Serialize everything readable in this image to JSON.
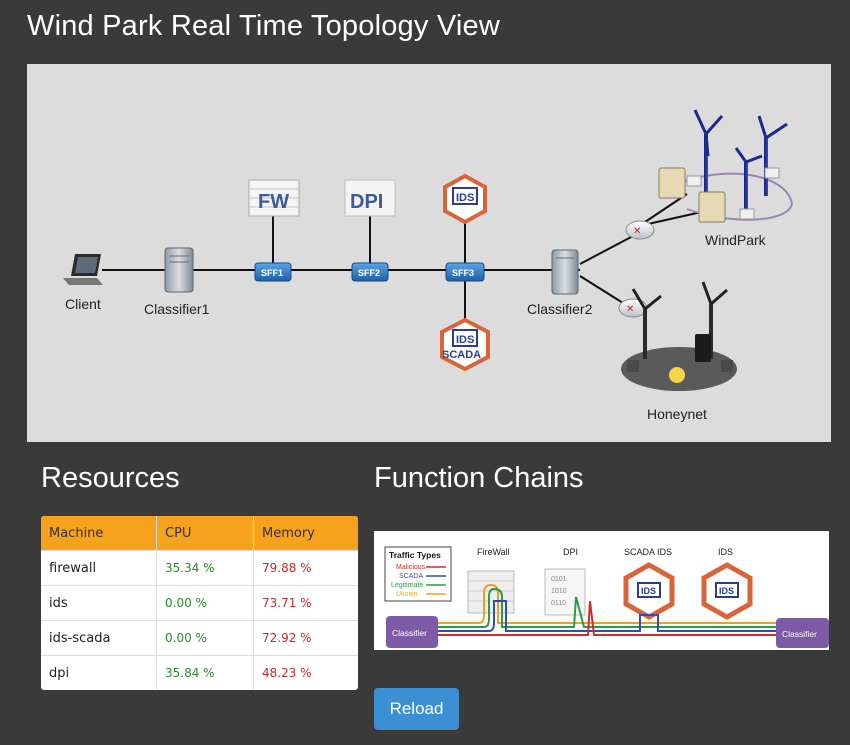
{
  "page": {
    "title": "Wind Park Real Time Topology View"
  },
  "topology": {
    "nodes": {
      "client": "Client",
      "classifier1": "Classifier1",
      "sff1": "SFF1",
      "sff2": "SFF2",
      "sff3": "SFF3",
      "classifier2": "Classifier2",
      "windpark": "WindPark",
      "honeynet": "Honeynet"
    },
    "functions": {
      "fw": "FW",
      "dpi": "DPI",
      "ids": "IDS",
      "ids_scada_top": "IDS",
      "ids_scada_bottom": "SCADA"
    }
  },
  "resources": {
    "title": "Resources",
    "columns": [
      "Machine",
      "CPU",
      "Memory"
    ],
    "rows": [
      {
        "machine": "firewall",
        "cpu": "35.34 %",
        "memory": "79.88 %"
      },
      {
        "machine": "ids",
        "cpu": "0.00 %",
        "memory": "73.71 %"
      },
      {
        "machine": "ids-scada",
        "cpu": "0.00 %",
        "memory": "72.92 %"
      },
      {
        "machine": "dpi",
        "cpu": "35.84 %",
        "memory": "48.23 %"
      }
    ]
  },
  "function_chains": {
    "title": "Function Chains",
    "legend": {
      "title": "Traffic Types",
      "items": [
        {
          "label": "Malicious",
          "color": "#d22b2b"
        },
        {
          "label": "SCADA",
          "color": "#2e4fb5"
        },
        {
          "label": "Legitimate",
          "color": "#2a9a4a"
        },
        {
          "label": "Ukown",
          "color": "#f0a020"
        }
      ]
    },
    "labels": {
      "firewall": "FireWall",
      "dpi": "DPI",
      "scada_ids": "SCADA IDS",
      "ids": "IDS",
      "ids_badge": "IDS",
      "classifier_left": "Classifier",
      "classifier_right": "Classifier",
      "dpi_digits_top": "0101",
      "dpi_digits_mid": "1010",
      "dpi_digits_bot": "0110"
    }
  },
  "actions": {
    "reload": "Reload"
  },
  "colors": {
    "accent": "#3c8fd3",
    "table_header": "#f7a21c",
    "cpu_text": "#2a8a2a",
    "memory_text": "#c02a2a",
    "ids_orange": "#d9643a",
    "classifier_purple": "#7d5aa6"
  }
}
